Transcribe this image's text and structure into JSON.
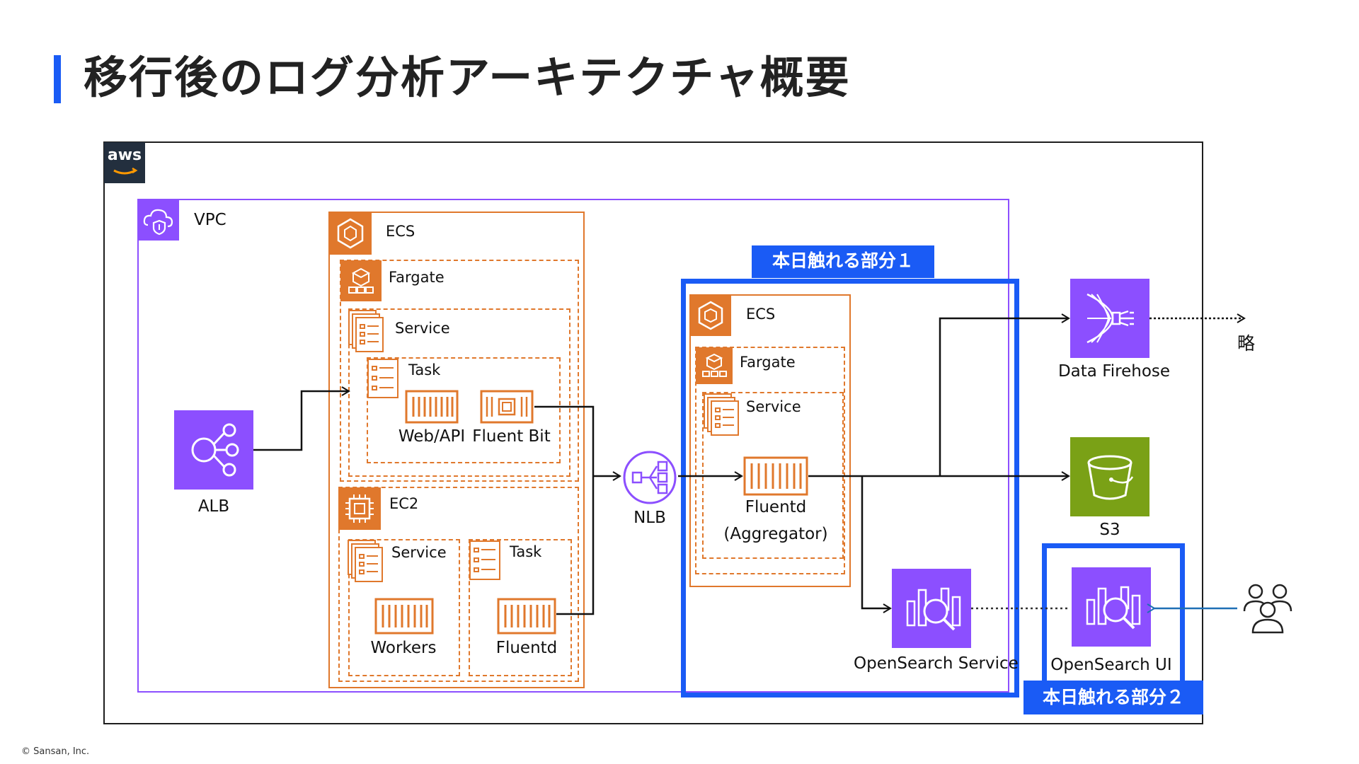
{
  "slide": {
    "title": "移行後のログ分析アーキテクチャ概要",
    "footer": "© Sansan, Inc."
  },
  "aws": {
    "logo_text": "aws"
  },
  "vpc": {
    "label": "VPC"
  },
  "alb": {
    "label": "ALB"
  },
  "nlb": {
    "label": "NLB"
  },
  "ecs_left": {
    "label": "ECS",
    "fargate": {
      "label": "Fargate",
      "service_label": "Service",
      "task_label": "Task",
      "containers": [
        "Web/API",
        "Fluent Bit"
      ]
    },
    "ec2": {
      "label": "EC2",
      "service_label": "Service",
      "service_container": "Workers",
      "task_label": "Task",
      "task_container": "Fluentd"
    }
  },
  "highlight1": {
    "tag": "本日触れる部分１",
    "ecs_label": "ECS",
    "fargate_label": "Fargate",
    "service_label": "Service",
    "container_line1": "Fluentd",
    "container_line2": "(Aggregator)",
    "opensearch_service": "OpenSearch Service"
  },
  "highlight2": {
    "tag": "本日触れる部分２",
    "opensearch_ui": "OpenSearch UI"
  },
  "firehose": {
    "label": "Data Firehose",
    "omitted": "略"
  },
  "s3": {
    "label": "S3"
  },
  "colors": {
    "accent_blue": "#1a5bf5",
    "vpc_purple": "#8c4fff",
    "ecs_orange": "#e0782c",
    "s3_green": "#7aa116",
    "aws_navy": "#232f3e"
  }
}
